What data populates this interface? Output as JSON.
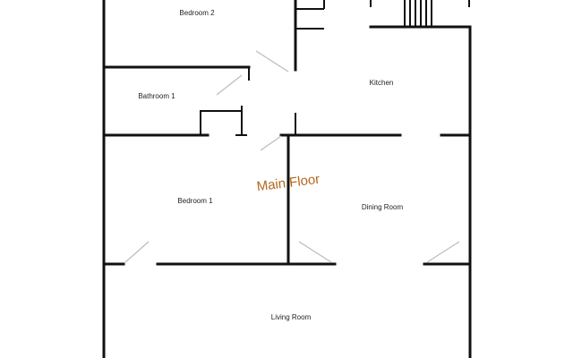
{
  "title": {
    "text": "Main Floor",
    "color": "#b5651d"
  },
  "rooms": {
    "bedroom2": "Bedroom 2",
    "bathroom1": "Bathroom 1",
    "kitchen": "Kitchen",
    "bedroom1": "Bedroom 1",
    "dining": "Dining Room",
    "living": "Living Room"
  },
  "colors": {
    "wall": "#111111",
    "door_swing": "#bbbbbb"
  }
}
